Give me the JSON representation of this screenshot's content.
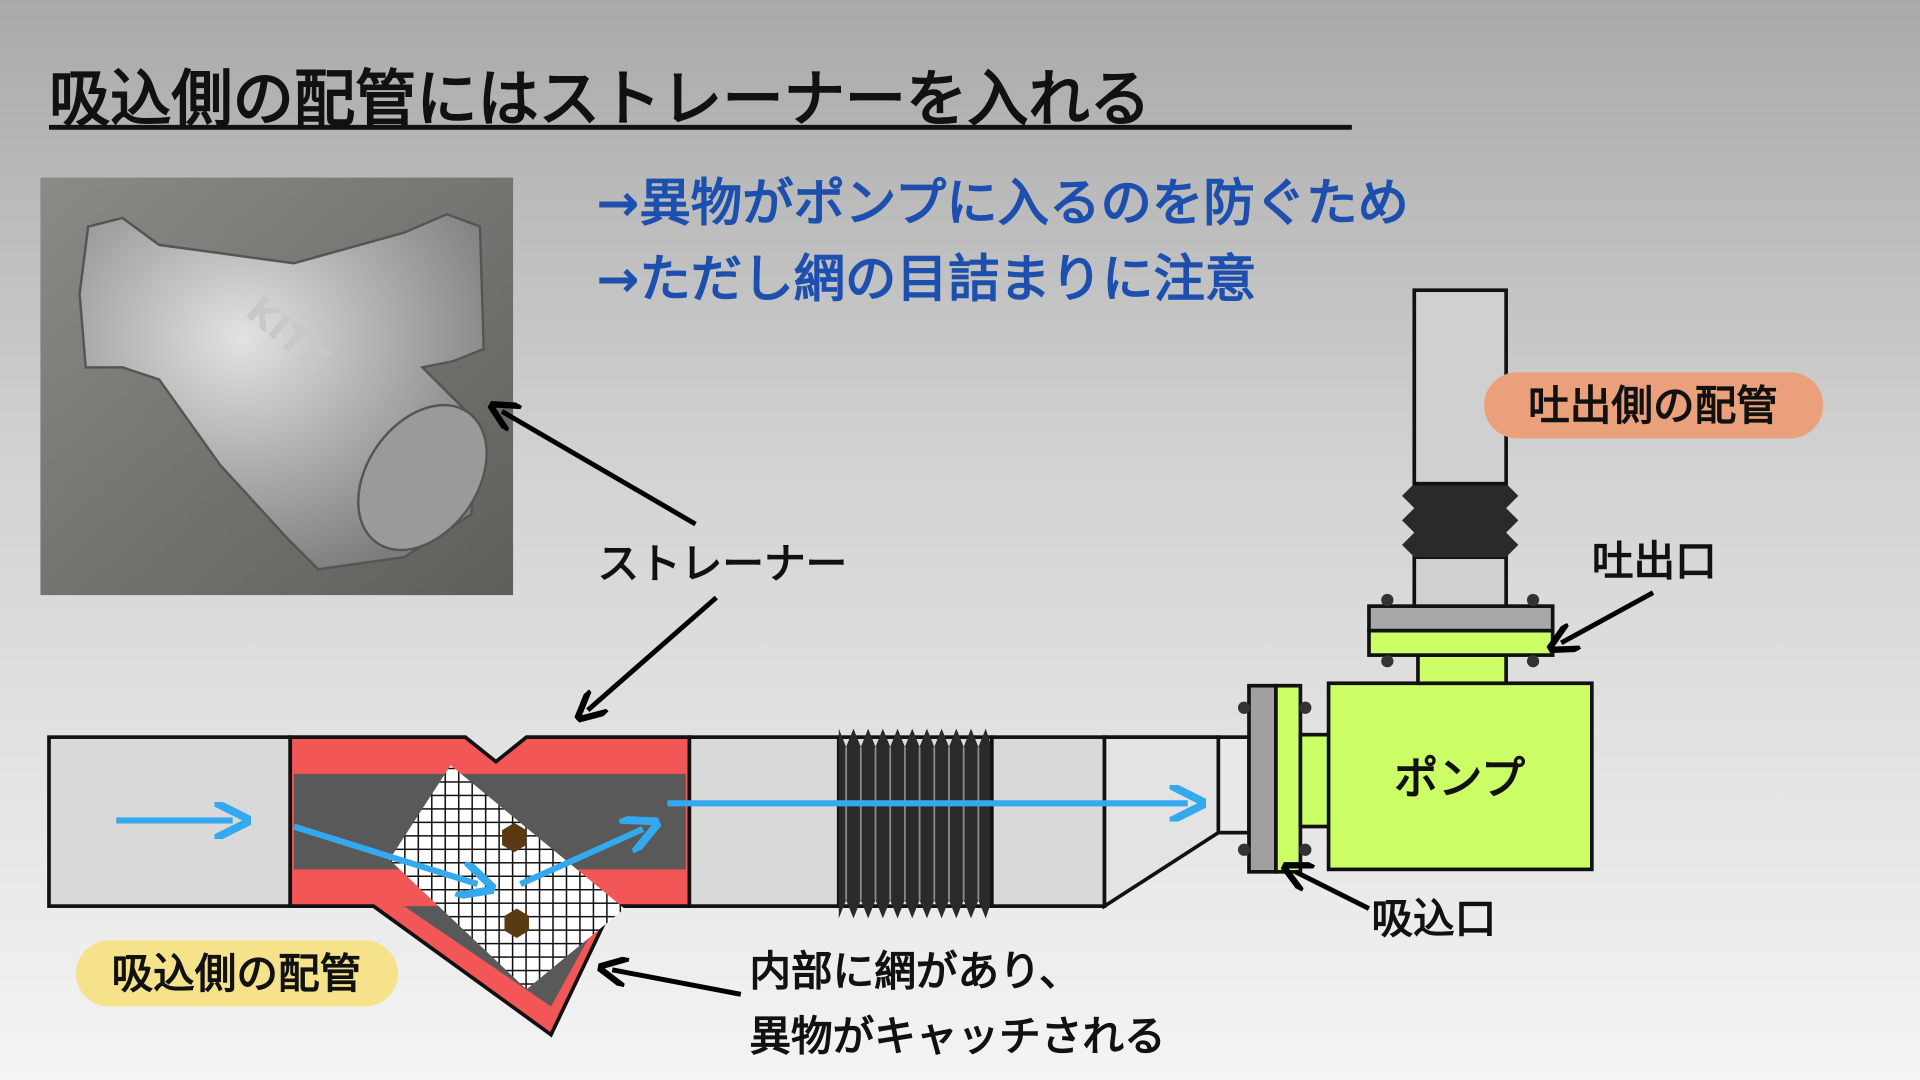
{
  "title": "吸込側の配管にはストレーナーを入れる",
  "bullets": [
    "→異物がポンプに入るのを防ぐため",
    "→ただし網の目詰まりに注意"
  ],
  "photo": {
    "brand": "KITZ"
  },
  "labels": {
    "strainer": "ストレーナー",
    "discharge_pipe": "吐出側の配管",
    "discharge_port": "吐出口",
    "suction_port": "吸込口",
    "pump": "ポンプ",
    "suction_pipe": "吸込側の配管",
    "mesh_note_1": "内部に網があり、",
    "mesh_note_2": "異物がキャッチされる"
  },
  "colors": {
    "title_text": "#111111",
    "bullet_text": "#1d4fae",
    "flow_arrow": "#35a9ef",
    "strainer_body": "#f25656",
    "pump": "#ccff66",
    "discharge_pill": "#eaa07a",
    "suction_pill": "#f7e28c"
  }
}
